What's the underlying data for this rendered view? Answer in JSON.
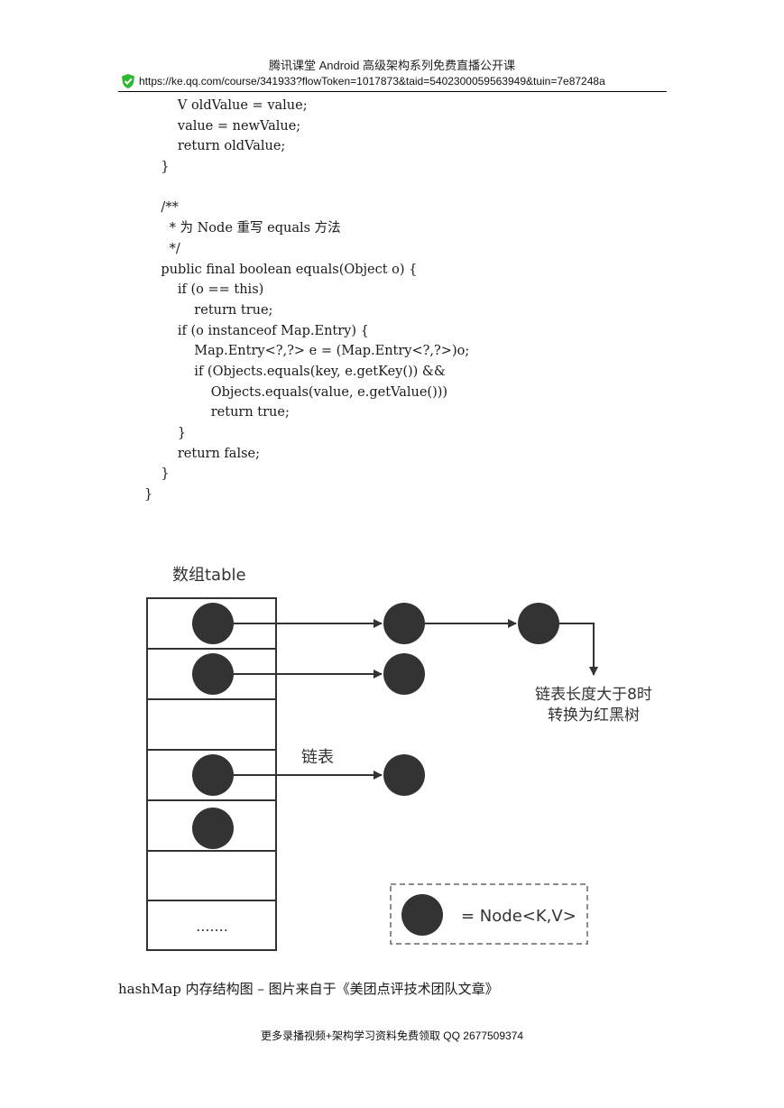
{
  "header": {
    "title": "腾讯课堂 Android 高级架构系列免费直播公开课",
    "url": "https://ke.qq.com/course/341933?flowToken=1017873&taid=5402300059563949&tuin=7e87248a"
  },
  "code_lines": [
    "        V oldValue = value;",
    "        value = newValue;",
    "        return oldValue;",
    "    }",
    "",
    "    /**",
    "      * 为 Node 重写 equals 方法",
    "      */",
    "    public final boolean equals(Object o) {",
    "        if (o == this)",
    "            return true;",
    "        if (o instanceof Map.Entry) {",
    "            Map.Entry<?,?> e = (Map.Entry<?,?>)o;",
    "            if (Objects.equals(key, e.getKey()) &&",
    "                Objects.equals(value, e.getValue()))",
    "                return true;",
    "        }",
    "        return false;",
    "    }",
    "}"
  ],
  "diagram": {
    "table_label": "数组table",
    "ellipsis": ".......",
    "list_label": "链表",
    "tree_note_line1": "链表长度大于8时",
    "tree_note_line2": "转换为红黑树",
    "legend_label": "= Node<K,V>"
  },
  "caption": "hashMap 内存结构图 – 图片来自于《美团点评技术团队文章》",
  "footer": "更多录播视频+架构学习资料免费领取 QQ 2677509374",
  "colors": {
    "shield": "#2eb82e",
    "node": "#333333",
    "line": "#333333"
  }
}
